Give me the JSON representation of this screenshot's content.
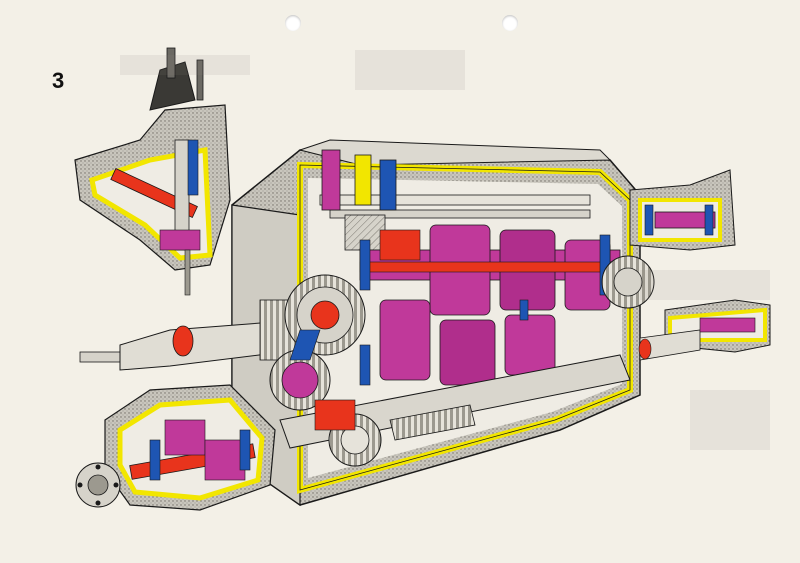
{
  "page": {
    "number": "3"
  },
  "colors": {
    "paper": "#f3f0e7",
    "housing_section": "#f2e600",
    "shaft_section": "#e8341c",
    "gear_section": "#c0399a",
    "bearing_section": "#1e55b3",
    "housing_grey": "#b9b6ad",
    "outline": "#1a1a1a",
    "shading": "#8a877f"
  },
  "icons": {
    "main": "gearbox-cutaway-illustration",
    "shift_housing": "shift-mechanism-cutaway",
    "output_flange": "output-flange-cutaway",
    "output_shaft": "output-shaft-cutaway",
    "transfer_case": "transfer-case-cutaway"
  }
}
